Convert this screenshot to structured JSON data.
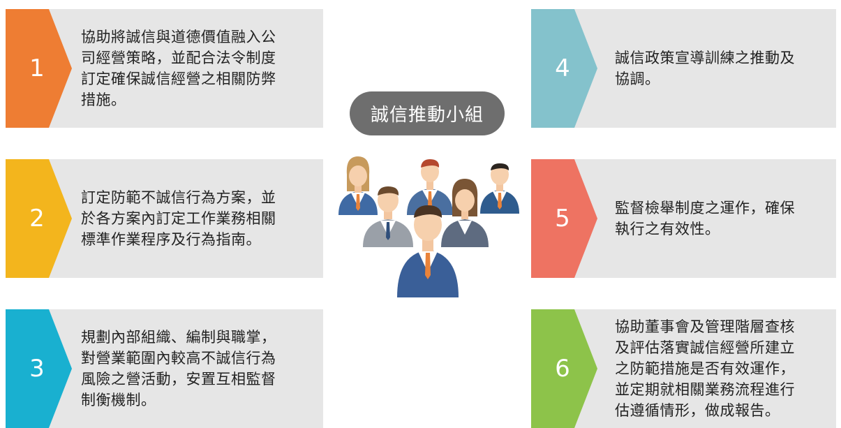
{
  "title": "誠信推動小組",
  "colors": {
    "card_bg": "#e6e6e6",
    "pill_bg": "#6e6e6e",
    "step1": "#ee7d33",
    "step2": "#f3b51d",
    "step3": "#19b0d0",
    "step4": "#84c2cc",
    "step5": "#ee7362",
    "step6": "#8dc34a"
  },
  "steps": [
    {
      "num": "1",
      "lines": [
        "協助將誠信與道德價值融入公",
        "司經營策略，並配合法令制度",
        "訂定確保誠信經營之相關防弊",
        "措施。"
      ]
    },
    {
      "num": "2",
      "lines": [
        "訂定防範不誠信行為方案，並",
        "於各方案內訂定工作業務相關",
        "標準作業程序及行為指南。"
      ]
    },
    {
      "num": "3",
      "lines": [
        "規劃內部組織、編制與職掌，",
        "對營業範圍內較高不誠信行為",
        "風險之營活動，安置互相監督",
        "制衡機制。"
      ]
    },
    {
      "num": "4",
      "lines": [
        "誠信政策宣導訓練之推動及",
        "協調。"
      ]
    },
    {
      "num": "5",
      "lines": [
        "監督檢舉制度之運作，確保",
        "執行之有效性。"
      ]
    },
    {
      "num": "6",
      "lines": [
        "協助董事會及管理階層查核",
        "及評估落實誠信經營所建立",
        "之防範措施是否有效運作，",
        "並定期就相關業務流程進行",
        "估遵循情形，做成報告。"
      ]
    }
  ]
}
